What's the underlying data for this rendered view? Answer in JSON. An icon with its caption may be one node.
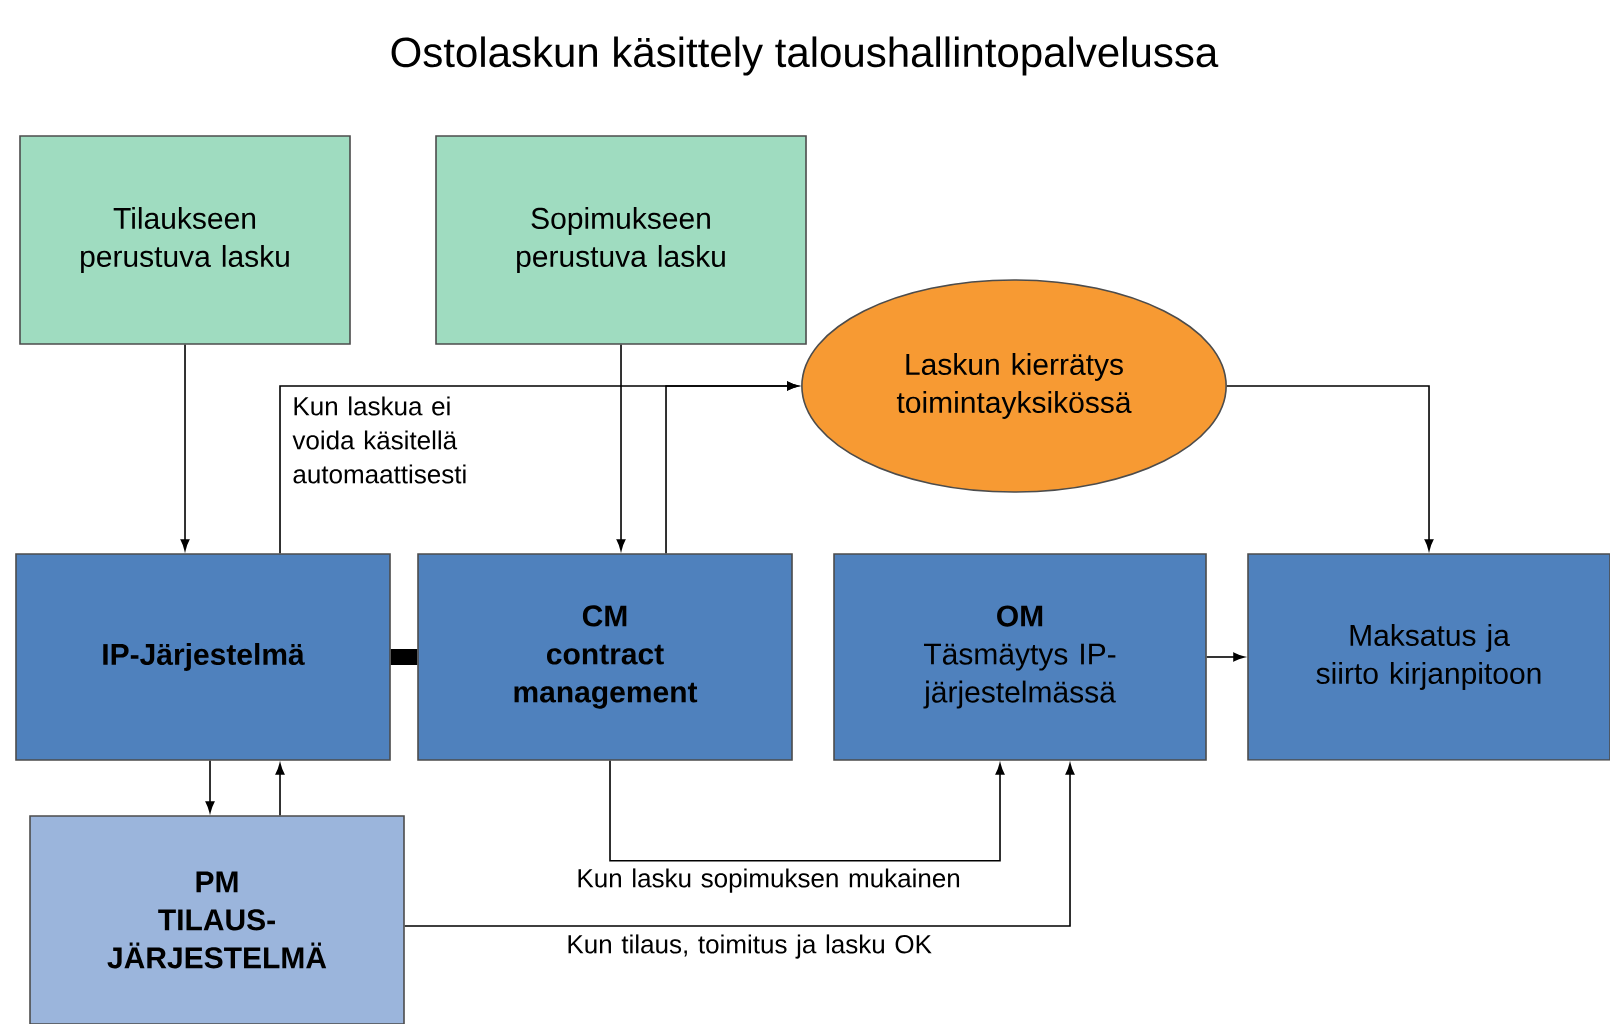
{
  "diagram": {
    "title": "Ostolaskun käsittely taloushallintopalvelussa",
    "nodes": [
      {
        "text": [
          "Tilaukseen perustuva lasku"
        ]
      },
      {
        "text": [
          "Sopimukseen perustuva lasku"
        ]
      },
      {
        "text": [
          "Laskun kierrätys toimintayksikössä"
        ]
      },
      {
        "text": [
          "IP-Järjestelmä"
        ]
      },
      {
        "text": [
          "CM",
          "contract management"
        ]
      },
      {
        "text": [
          "OM",
          "Täsmäytys IP-järjestelmässä"
        ]
      },
      {
        "text": [
          "Maksatus ja siirto kirjanpitoon"
        ]
      },
      {
        "text": [
          "PM",
          "TILAUS-JÄRJESTELMÄ"
        ]
      }
    ],
    "edges": [
      {
        "from": 0,
        "to": 3,
        "arrow": "to"
      },
      {
        "from": 1,
        "to": 4,
        "arrow": "to"
      },
      {
        "from": 3,
        "to": 2,
        "arrow": "to",
        "label": "Kun laskua ei voida käsitellä automaattisesti"
      },
      {
        "from": 4,
        "to": 2,
        "arrow": "to"
      },
      {
        "from": 2,
        "to": 6,
        "arrow": "to"
      },
      {
        "from": 3,
        "to": 4,
        "arrow": "none",
        "style": "thick"
      },
      {
        "from": 3,
        "to": 7,
        "arrow": "to"
      },
      {
        "from": 7,
        "to": 3,
        "arrow": "to"
      },
      {
        "from": 5,
        "to": 6,
        "arrow": "to"
      },
      {
        "from": 4,
        "to": 5,
        "arrow": "to",
        "label": "Kun lasku sopimuksen mukainen"
      },
      {
        "from": 7,
        "to": 5,
        "arrow": "to",
        "label": "Kun tilaus, toimitus ja lasku OK"
      }
    ]
  }
}
